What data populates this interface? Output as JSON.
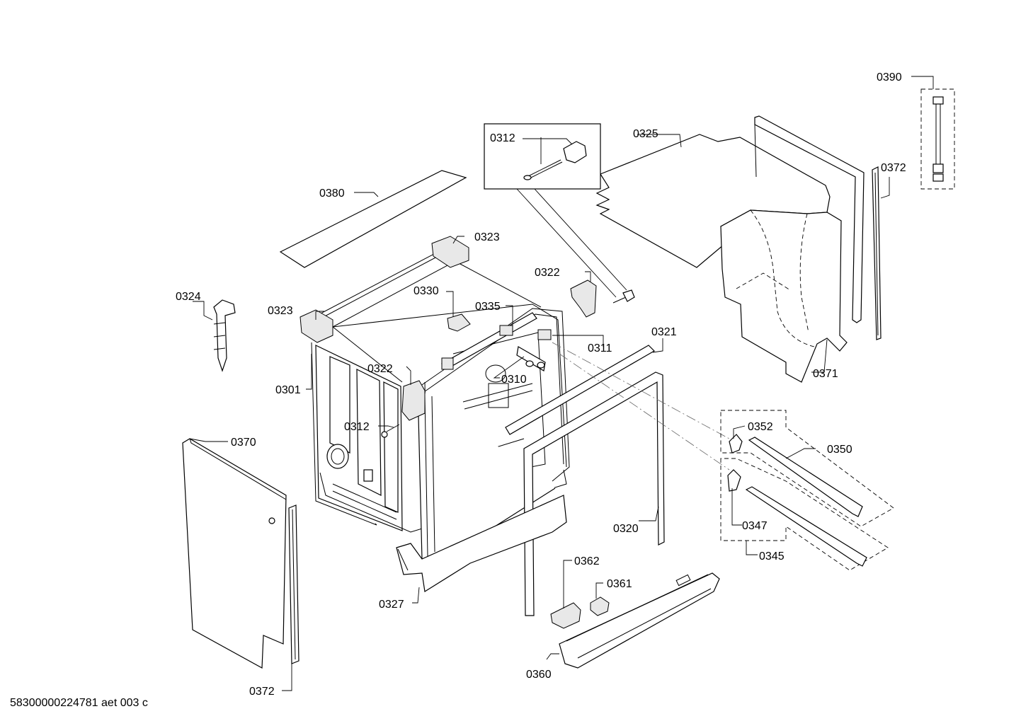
{
  "footer": {
    "doc_id": "58300000224781 aet 003 c"
  },
  "labels": {
    "p0390": "0390",
    "p0325": "0325",
    "p0372_top": "0372",
    "p0312_inset": "0312",
    "p0380": "0380",
    "p0323_top": "0323",
    "p0322_top": "0322",
    "p0324": "0324",
    "p0323_left": "0323",
    "p0330": "0330",
    "p0335": "0335",
    "p0311": "0311",
    "p0321": "0321",
    "p0371": "0371",
    "p0322_mid": "0322",
    "p0310": "0310",
    "p0301": "0301",
    "p0312_mid": "0312",
    "p0352": "0352",
    "p0350": "0350",
    "p0370": "0370",
    "p0347": "0347",
    "p0320": "0320",
    "p0345": "0345",
    "p0362": "0362",
    "p0361": "0361",
    "p0327": "0327",
    "p0360": "0360",
    "p0372_bottom": "0372"
  }
}
